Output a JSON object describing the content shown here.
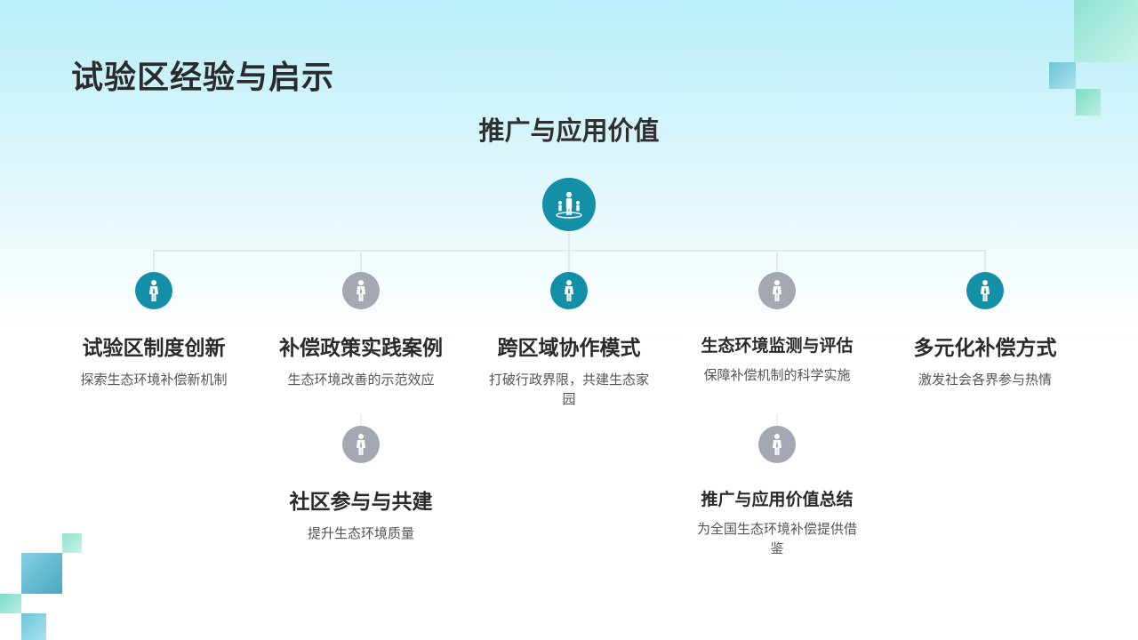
{
  "page": {
    "title": "试验区经验与启示",
    "subtitle": "推广与应用价值"
  },
  "root": {
    "icon": "people-group-icon"
  },
  "nodes": [
    {
      "label": "试验区制度创新",
      "desc": "探索生态环境补偿新机制",
      "icon": "person-icon",
      "color": "#138fa8"
    },
    {
      "label": "补偿政策实践案例",
      "desc": "生态环境改善的示范效应",
      "icon": "person-icon",
      "color": "#a3a8b2"
    },
    {
      "label": "跨区域协作模式",
      "desc": "打破行政界限，共建生态家园",
      "icon": "person-icon",
      "color": "#138fa8"
    },
    {
      "label": "生态环境监测与评估",
      "desc": "保障补偿机制的科学实施",
      "icon": "person-icon",
      "color": "#a3a8b2"
    },
    {
      "label": "多元化补偿方式",
      "desc": "激发社会各界参与热情",
      "icon": "person-icon",
      "color": "#138fa8"
    },
    {
      "label": "社区参与与共建",
      "desc": "提升生态环境质量",
      "icon": "person-icon",
      "color": "#a3a8b2"
    },
    {
      "label": "推广与应用价值总结",
      "desc": "为全国生态环境补偿提供借鉴",
      "icon": "person-icon",
      "color": "#a3a8b2"
    }
  ]
}
